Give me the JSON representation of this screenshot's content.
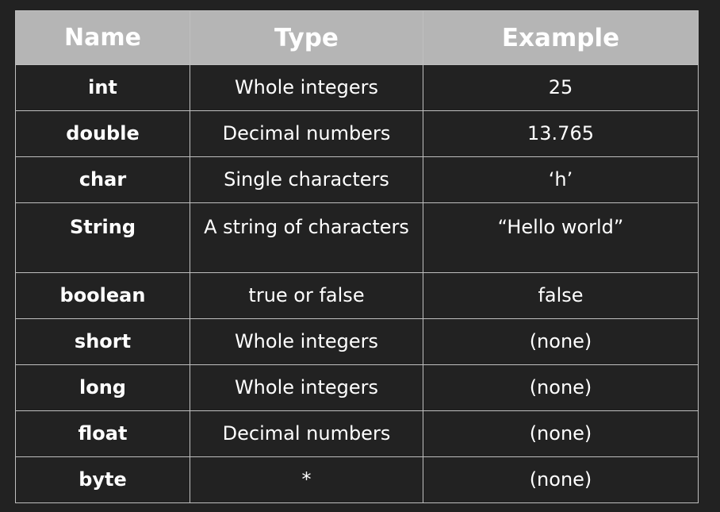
{
  "table": {
    "headers": {
      "name": "Name",
      "type": "Type",
      "example": "Example"
    },
    "rows": [
      {
        "name": "int",
        "type": "Whole integers",
        "example": "25"
      },
      {
        "name": "double",
        "type": "Decimal numbers",
        "example": "13.765"
      },
      {
        "name": "char",
        "type": "Single characters",
        "example": "‘h’"
      },
      {
        "name": "String",
        "type": "A string of characters",
        "example": "“Hello world”"
      },
      {
        "name": "boolean",
        "type": "true or false",
        "example": "false"
      },
      {
        "name": "short",
        "type": "Whole integers",
        "example": "(none)"
      },
      {
        "name": "long",
        "type": "Whole integers",
        "example": "(none)"
      },
      {
        "name": "float",
        "type": "Decimal numbers",
        "example": "(none)"
      },
      {
        "name": "byte",
        "type": "*",
        "example": "(none)"
      }
    ]
  },
  "colors": {
    "background": "#222222",
    "header_background": "#b5b5b5",
    "grid": "#bfbfbf",
    "text": "#ffffff"
  }
}
